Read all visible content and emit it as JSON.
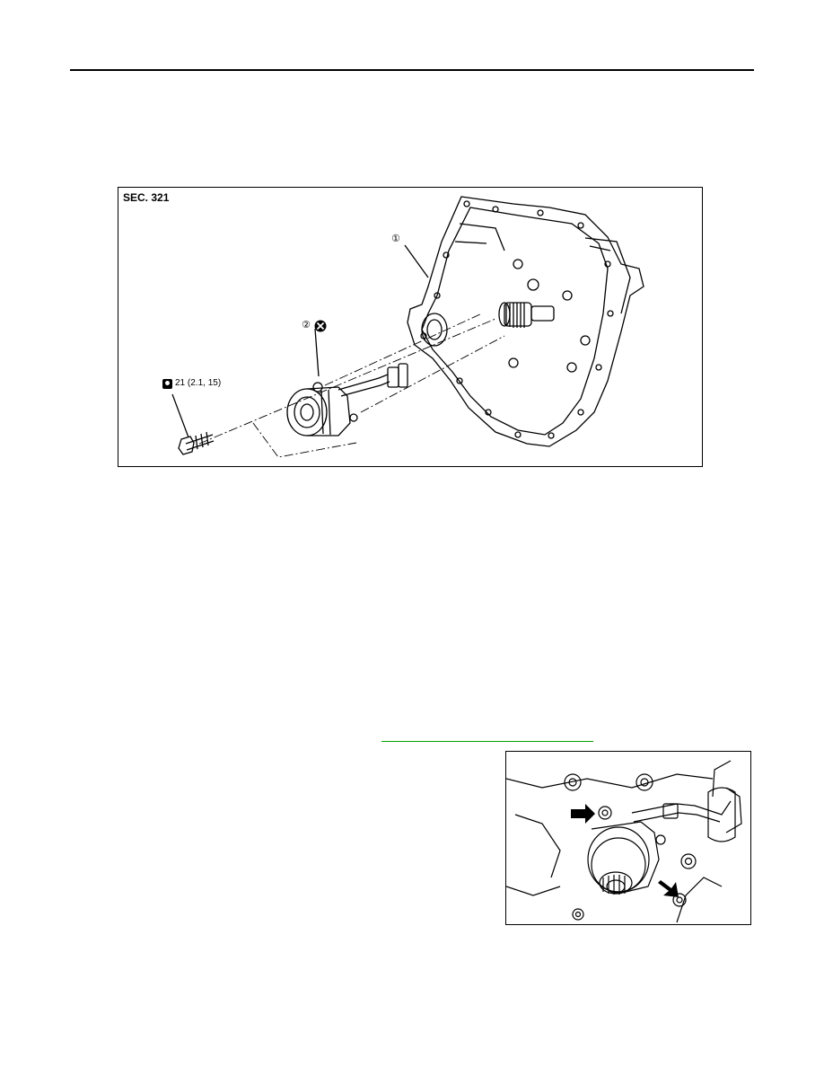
{
  "figure1": {
    "section_label": "SEC. 321",
    "torque_spec": "21 (2.1, 15)",
    "callout_1": "①",
    "callout_2": "②",
    "icons": {
      "torque": "torque-wrench-icon",
      "do_not_reuse": "do-not-reuse-icon"
    }
  },
  "figure2": {
    "icons": {
      "arrow": "arrow-pointer-icon"
    }
  },
  "colors": {
    "link": "#00a000",
    "line": "#000000"
  }
}
